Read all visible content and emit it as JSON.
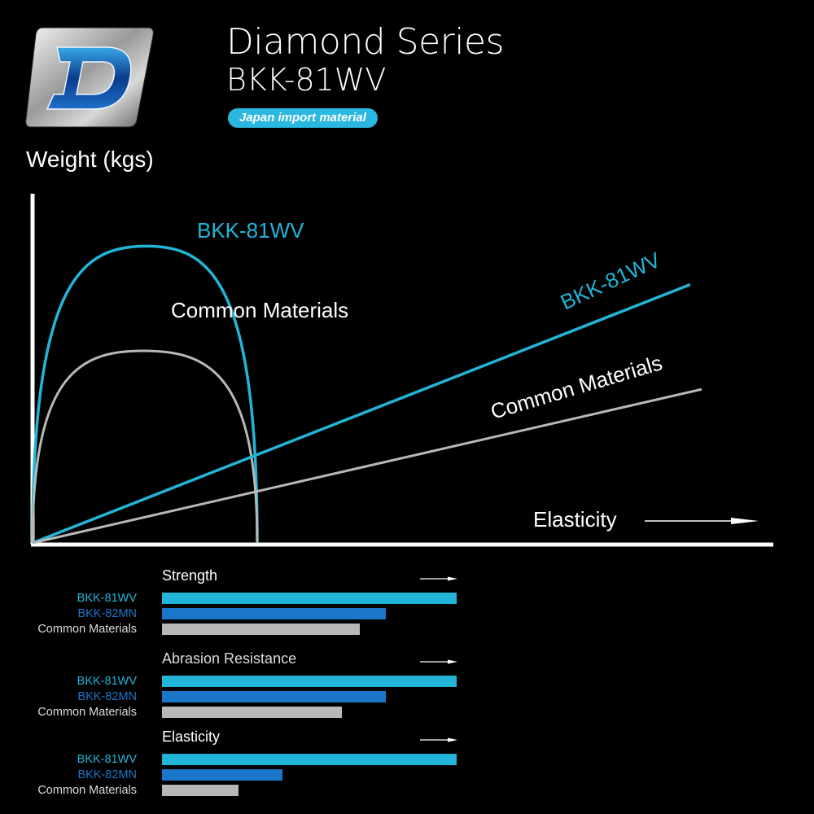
{
  "header": {
    "series_title": "Diamond Series",
    "model": "BKK-81WV",
    "badge": "Japan import material"
  },
  "logo": {
    "icon": "diamond-d-logo",
    "letter": "D"
  },
  "colors": {
    "primary": "#22b5d8",
    "secondary": "#1976c8",
    "common": "#b8b8b8",
    "badge": "#2ab7e0",
    "background": "#000000",
    "axis": "#ffffff"
  },
  "chart_data": [
    {
      "type": "line",
      "ylabel": "Weight (kgs)",
      "xlabel": "Elasticity",
      "arches": [
        {
          "name": "BKK-81WV",
          "peak": 0.85
        },
        {
          "name": "Common Materials",
          "peak": 0.55
        }
      ],
      "lines": [
        {
          "name": "BKK-81WV",
          "end": 0.74
        },
        {
          "name": "Common Materials",
          "end": 0.44
        }
      ]
    },
    {
      "type": "bar",
      "title": "Strength",
      "categories": [
        "BKK-81WV",
        "BKK-82MN",
        "Common Materials"
      ],
      "values": [
        100,
        76,
        67
      ]
    },
    {
      "type": "bar",
      "title": "Abrasion Resistance",
      "categories": [
        "BKK-81WV",
        "BKK-82MN",
        "Common Materials"
      ],
      "values": [
        100,
        76,
        61
      ]
    },
    {
      "type": "bar",
      "title": "Elasticity",
      "categories": [
        "BKK-81WV",
        "BKK-82MN",
        "Common Materials"
      ],
      "values": [
        100,
        41,
        26
      ]
    }
  ]
}
